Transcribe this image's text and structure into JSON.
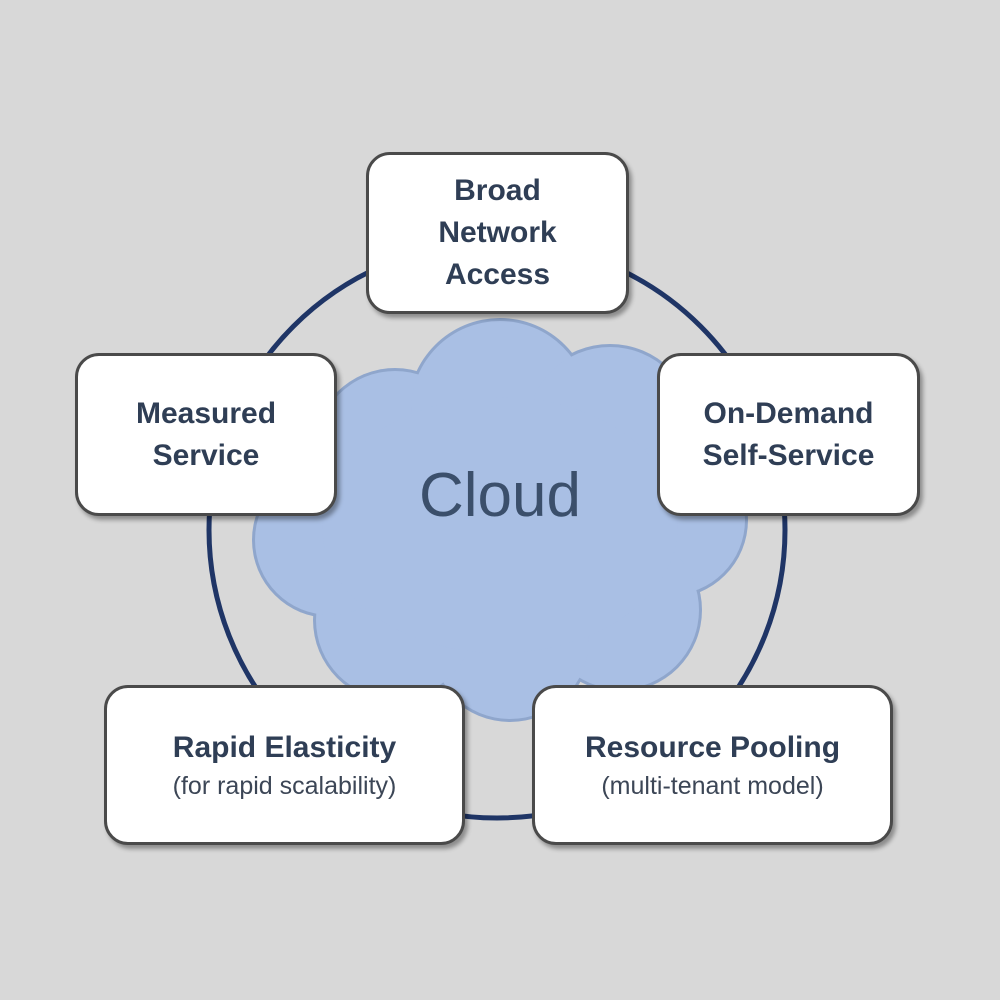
{
  "center_label": "Cloud",
  "colors": {
    "background": "#d8d8d8",
    "ring": "#1f3566",
    "cloud_fill": "#a9bfe4",
    "cloud_stroke": "#8fa6cc",
    "box_fill": "#ffffff",
    "box_border": "#4a4a4a",
    "text": "#2f3e55"
  },
  "characteristics": [
    {
      "title": "Broad\nNetwork\nAccess",
      "subtitle": ""
    },
    {
      "title": "On-Demand\nSelf-Service",
      "subtitle": ""
    },
    {
      "title": "Resource Pooling",
      "subtitle": "(multi-tenant model)"
    },
    {
      "title": "Rapid Elasticity",
      "subtitle": "(for rapid scalability)"
    },
    {
      "title": "Measured\nService",
      "subtitle": ""
    }
  ]
}
